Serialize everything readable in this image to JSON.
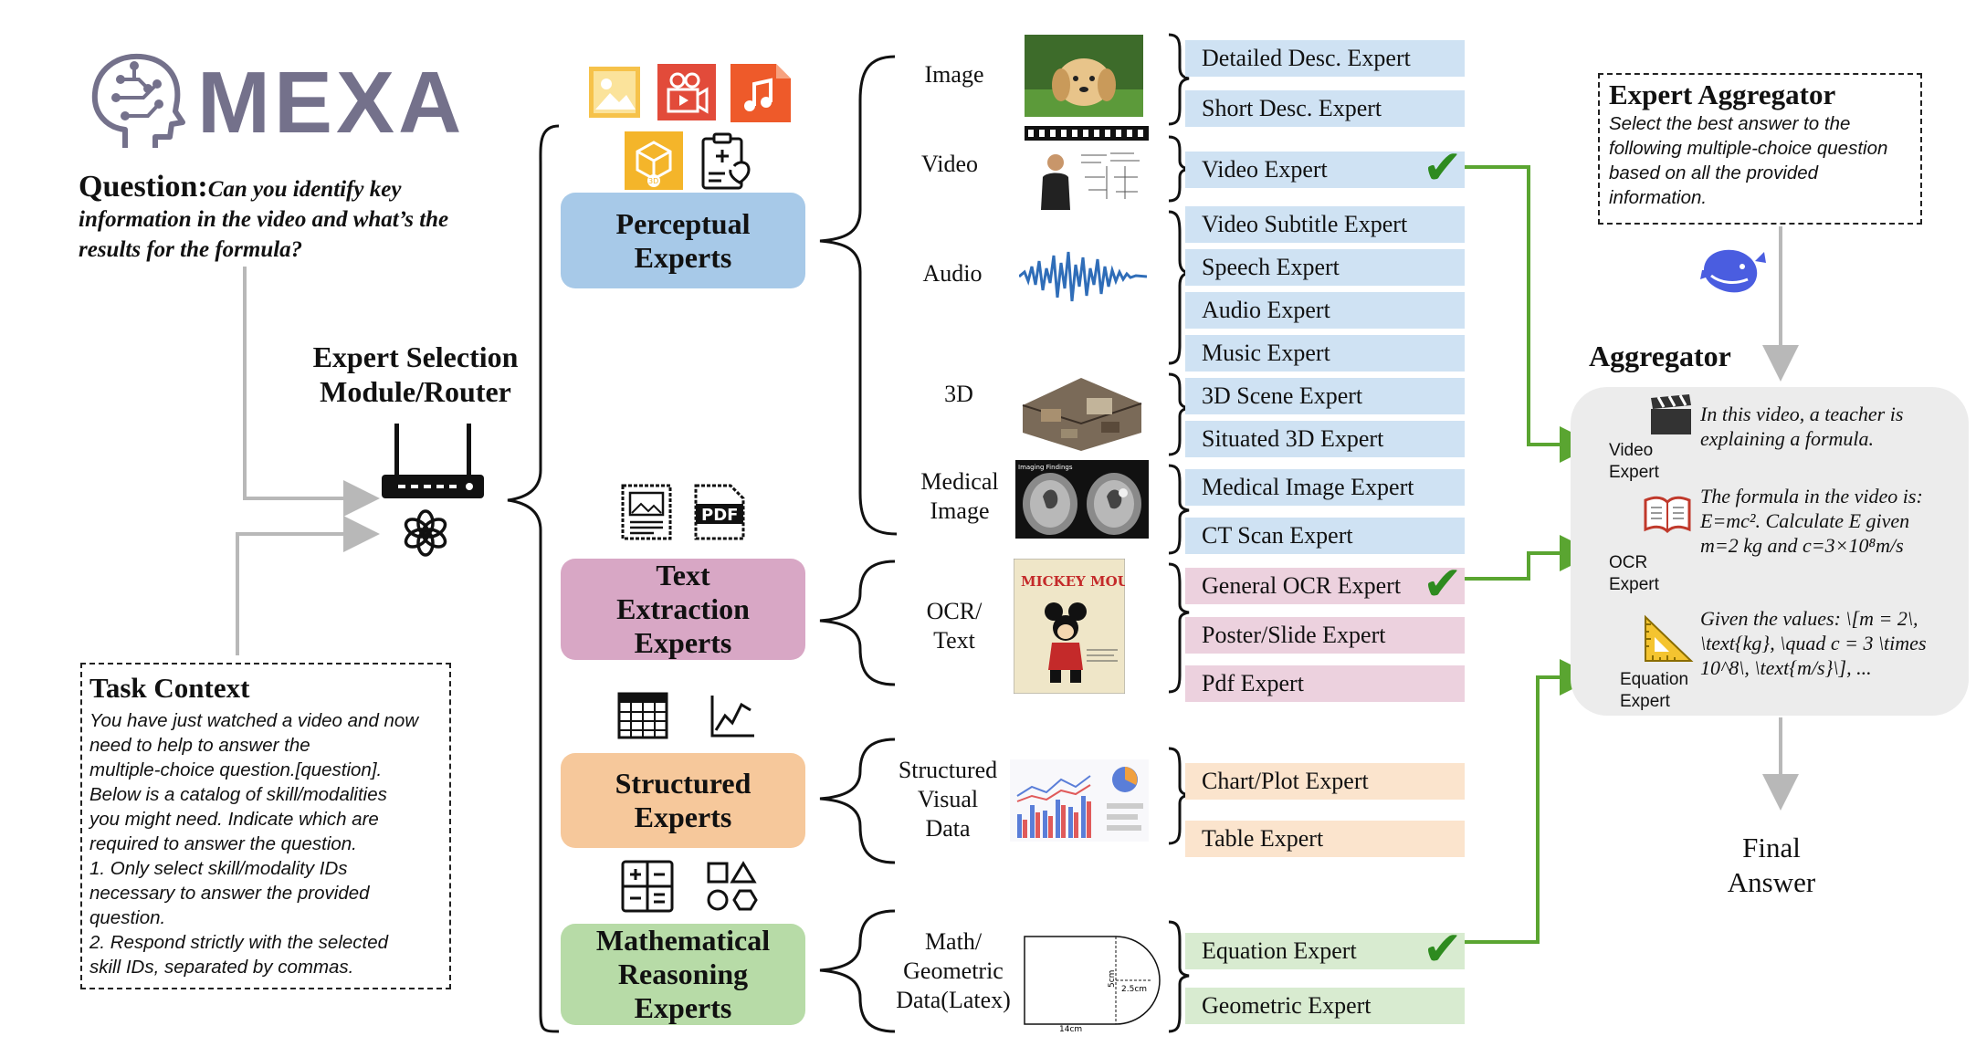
{
  "brand": {
    "name": "MEXA"
  },
  "question": {
    "label": "Question:",
    "text": "Can you identify key information in the video and what’s the results for the formula?"
  },
  "router": {
    "title_line1": "Expert Selection",
    "title_line2": "Module/Router"
  },
  "task_context": {
    "title": "Task Context",
    "body": "You have just watched a video and now\nneed to help to answer the\nmultiple-choice question.[question].\nBelow is a catalog of skill/modalities\nyou might need. Indicate which are\nrequired to answer the question.\n1. Only select skill/modality IDs\nnecessary to answer the provided\nquestion.\n2. Respond strictly with the selected\nskill IDs, separated by commas."
  },
  "categories": {
    "perceptual": [
      "Perceptual",
      "Experts"
    ],
    "text": [
      "Text",
      "Extraction",
      "Experts"
    ],
    "structured": [
      "Structured",
      "Experts"
    ],
    "math": [
      "Mathematical",
      "Reasoning",
      "Experts"
    ]
  },
  "modalities": {
    "image": "Image",
    "video": "Video",
    "audio": "Audio",
    "three_d": "3D",
    "medical": [
      "Medical",
      "Image"
    ],
    "ocr": [
      "OCR/",
      "Text"
    ],
    "structured": [
      "Structured",
      "Visual",
      "Data"
    ],
    "math": [
      "Math/",
      "Geometric",
      "Data(Latex)"
    ]
  },
  "experts": {
    "detailed_desc": "Detailed Desc. Expert",
    "short_desc": "Short Desc. Expert",
    "video": "Video Expert",
    "video_subtitle": "Video Subtitle Expert",
    "speech": "Speech Expert",
    "audio": "Audio Expert",
    "music": "Music Expert",
    "scene_3d": "3D Scene Expert",
    "situated_3d": "Situated 3D Expert",
    "medical_image": "Medical Image Expert",
    "ct_scan": "CT Scan Expert",
    "general_ocr": "General OCR Expert",
    "poster_slide": "Poster/Slide Expert",
    "pdf": "Pdf Expert",
    "chart_plot": "Chart/Plot Expert",
    "table": "Table Expert",
    "equation": "Equation Expert",
    "geometric": "Geometric Expert"
  },
  "check_mark": "✔",
  "thumbnails": {
    "poster_title": "MICKEY MOUSE",
    "medical_caption": "Imaging Findings",
    "geo_h": "5cm",
    "geo_r": "2.5cm",
    "geo_w": "14cm",
    "pdf_icon": "PDF"
  },
  "aggregator_prompt": {
    "title": "Expert Aggregator",
    "body": "Select the best answer to the following multiple-choice question based on all the provided information."
  },
  "aggregator": {
    "title": "Aggregator",
    "video_label": [
      "Video",
      "Expert"
    ],
    "video_text": "In this video, a teacher is explaining a formula.",
    "ocr_label": [
      "OCR",
      "Expert"
    ],
    "ocr_text_1": "The formula in the video is:",
    "ocr_text_2": "E=mc². Calculate E given",
    "ocr_text_3": "m=2 kg and c=3×10⁸m/s",
    "eq_label": [
      "Equation",
      "Expert"
    ],
    "eq_text_1": "Given the values: \\[m = 2\\,",
    "eq_text_2": "\\text{kg}, \\quad c = 3 \\times",
    "eq_text_3": "10^8\\, \\text{m/s}\\], ..."
  },
  "final_answer": [
    "Final",
    "Answer"
  ],
  "colors": {
    "gray_arrow": "#b8b8b8",
    "green_arrow": "#5aa531",
    "check": "#2e8b1f"
  }
}
